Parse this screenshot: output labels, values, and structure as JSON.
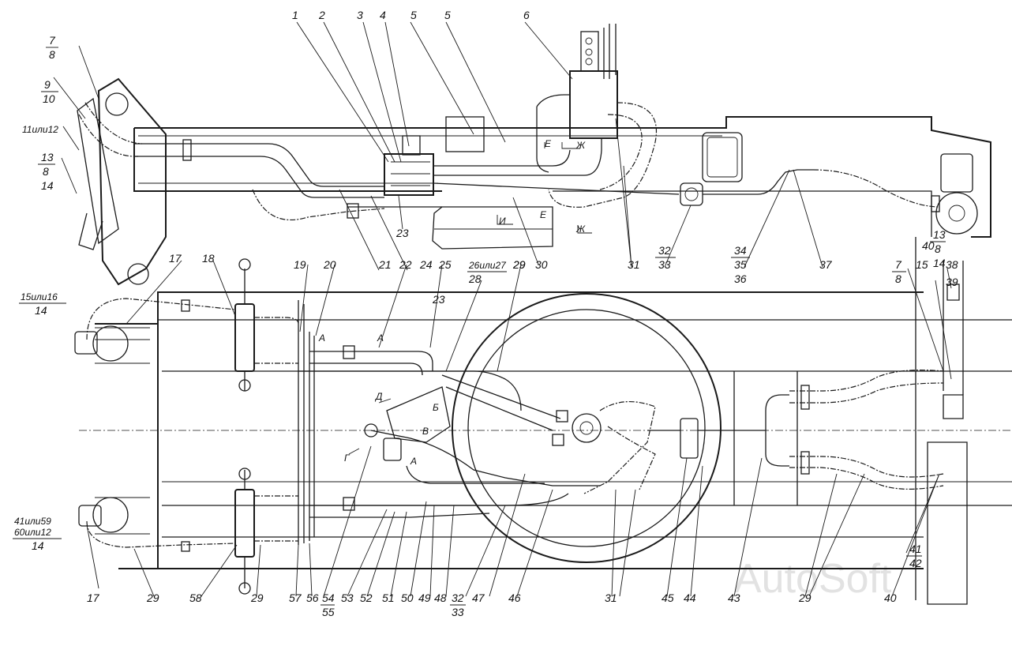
{
  "watermark": "AutoSoft",
  "callouts_top": [
    "1",
    "2",
    "3",
    "4",
    "5",
    "5",
    "6",
    "21",
    "22",
    "23",
    "24",
    "25",
    "29",
    "30",
    "31",
    "37"
  ],
  "callouts_bottom": [
    "17",
    "29",
    "58",
    "29",
    "57",
    "56",
    "53",
    "52",
    "51",
    "50",
    "49",
    "48",
    "47",
    "46",
    "31",
    "45",
    "44",
    "43",
    "29",
    "40"
  ],
  "callouts_stacked": {
    "c7_8": [
      "7",
      "8"
    ],
    "c9_10": [
      "9",
      "10"
    ],
    "c11": "11или12",
    "c13_8_14": [
      "13",
      "8",
      "14"
    ],
    "c26_28": [
      "26или27",
      "28"
    ],
    "c32_33": [
      "32",
      "33"
    ],
    "c34_36": [
      "34",
      "35",
      "36"
    ],
    "c15_14": [
      "15или16",
      "14"
    ],
    "c41_14": [
      "41или59",
      "60или12",
      "14"
    ],
    "c54_55": [
      "54",
      "55"
    ],
    "c32_33b": [
      "32",
      "33"
    ],
    "c41_42": [
      "41",
      "42"
    ],
    "c7_8r": [
      "7",
      "8"
    ],
    "c13_8_14r": [
      "13",
      "8",
      "14"
    ]
  },
  "callouts_misc": [
    "17",
    "18",
    "19",
    "20",
    "23",
    "29",
    "15",
    "38",
    "39",
    "40"
  ],
  "section_letters": [
    "А",
    "А",
    "А",
    "Б",
    "В",
    "Г",
    "Д",
    "Ж",
    "Ж",
    "И",
    "Е",
    "Е"
  ]
}
